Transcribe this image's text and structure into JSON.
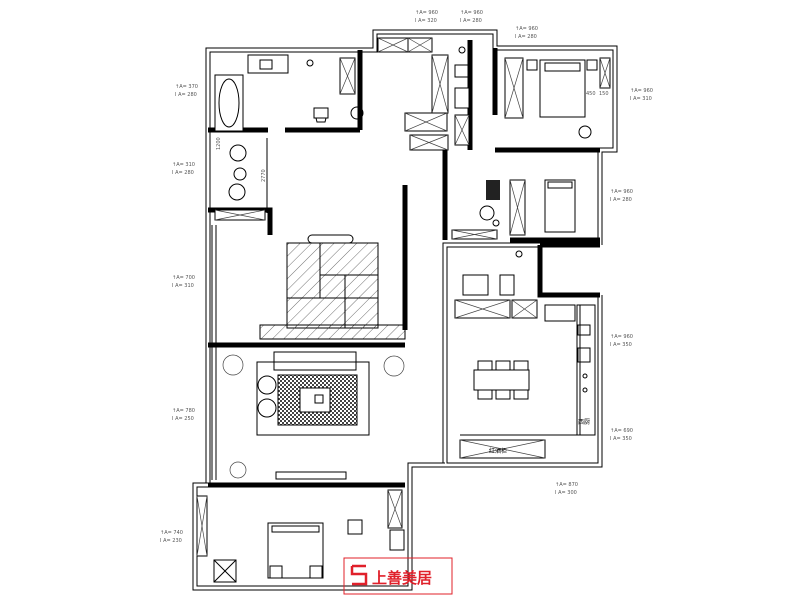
{
  "dimension_labels": [
    {
      "a": "↑A= 370",
      "b": "I A= 280"
    },
    {
      "a": "↑A= 310",
      "b": "I A= 280"
    },
    {
      "a": "↑A= 700",
      "b": "I A= 310"
    },
    {
      "a": "↑A= 780",
      "b": "I A= 250"
    },
    {
      "a": "↑A= 740",
      "b": "I A= 230"
    },
    {
      "a": "↑A= 960",
      "b": "I A= 320"
    },
    {
      "a": "↑A= 960",
      "b": "I A= 280"
    },
    {
      "a": "↑A= 960",
      "b": "I A= 280"
    },
    {
      "a": "↑A= 960",
      "b": "I A= 310"
    },
    {
      "a": "↑A= 960",
      "b": "I A= 280"
    },
    {
      "a": "↑A= 960",
      "b": "I A= 350"
    },
    {
      "a": "↑A= 690",
      "b": "I A= 350"
    },
    {
      "a": "↑A= 870",
      "b": "I A= 300"
    }
  ],
  "room_labels": {
    "western_kitchen": "西厨",
    "wine_cabinet": "红酒柜",
    "bed_side_a": "450",
    "bed_side_b": "150",
    "study_dimension": "2770",
    "window_dimension": "1200"
  },
  "logo_text": "上善美居",
  "colors": {
    "logo": "#e0202a",
    "lines": "#000000"
  }
}
